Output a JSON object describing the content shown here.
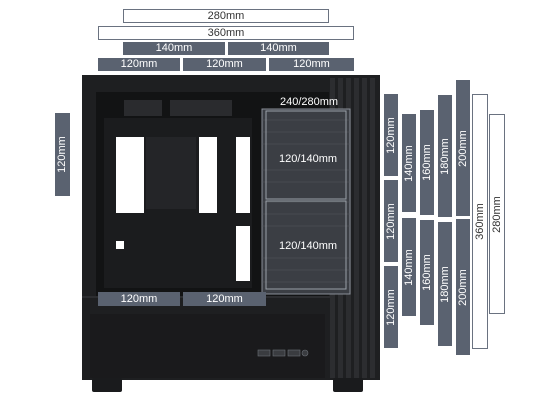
{
  "top_labels": {
    "row1_280": "280mm",
    "row2_360": "360mm",
    "row3_140_left": "140mm",
    "row3_140_right": "140mm",
    "row4_120_a": "120mm",
    "row4_120_b": "120mm",
    "row4_120_c": "120mm"
  },
  "left_label": "120mm",
  "case_labels": {
    "top_radiator": "240/280mm",
    "side_fan_top": "120/140mm",
    "side_fan_bottom": "120/140mm",
    "psu_fan_left": "120mm",
    "psu_fan_right": "120mm"
  },
  "right_labels": {
    "col1_a": "120mm",
    "col1_b": "120mm",
    "col1_c": "120mm",
    "col2_a": "140mm",
    "col2_b": "140mm",
    "col3_a": "160mm",
    "col3_b": "160mm",
    "col4_a": "180mm",
    "col4_b": "180mm",
    "col5_a": "200mm",
    "col5_b": "200mm",
    "col6": "360mm",
    "col7": "280mm"
  },
  "colors": {
    "label_dark": "#5a6270",
    "case_body": "#1e1f21",
    "case_interior": "#121314"
  }
}
